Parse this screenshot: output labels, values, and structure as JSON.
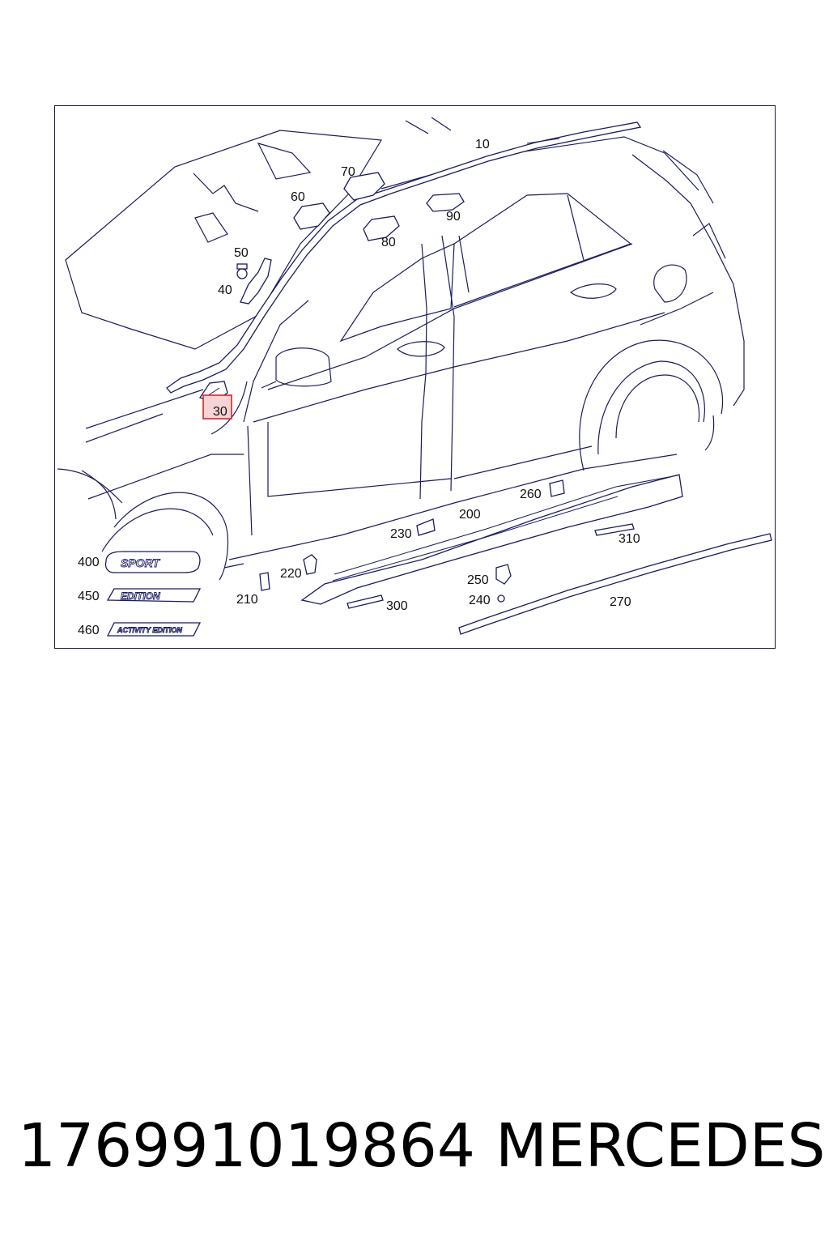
{
  "diagram": {
    "callouts": [
      {
        "id": "10",
        "label": "10"
      },
      {
        "id": "30",
        "label": "30",
        "highlighted": true
      },
      {
        "id": "40",
        "label": "40"
      },
      {
        "id": "50",
        "label": "50"
      },
      {
        "id": "60",
        "label": "60"
      },
      {
        "id": "70",
        "label": "70"
      },
      {
        "id": "80",
        "label": "80"
      },
      {
        "id": "90",
        "label": "90"
      },
      {
        "id": "200",
        "label": "200"
      },
      {
        "id": "210",
        "label": "210"
      },
      {
        "id": "220",
        "label": "220"
      },
      {
        "id": "230",
        "label": "230"
      },
      {
        "id": "240",
        "label": "240"
      },
      {
        "id": "250",
        "label": "250"
      },
      {
        "id": "260",
        "label": "260"
      },
      {
        "id": "270",
        "label": "270"
      },
      {
        "id": "300",
        "label": "300"
      },
      {
        "id": "310",
        "label": "310"
      },
      {
        "id": "400",
        "label": "400"
      },
      {
        "id": "450",
        "label": "450"
      },
      {
        "id": "460",
        "label": "460"
      }
    ],
    "badges": {
      "sport": "SPORT",
      "edition": "EDITION",
      "activity_edition": "ACTIVITY EDITION"
    },
    "highlight_color": "#d9242b",
    "highlight_fill": "#f6d3d4",
    "line_color": "#1b1b60"
  },
  "footer": {
    "part_number": "176991019864",
    "brand": "MERCEDES"
  }
}
